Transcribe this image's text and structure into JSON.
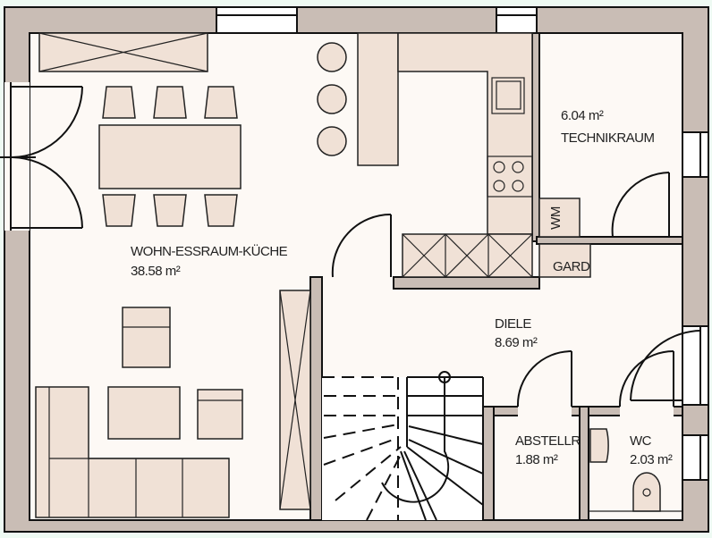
{
  "plan": {
    "rooms": [
      {
        "name": "WOHN-ESSRAUM-KÜCHE",
        "area": "38.58 m²"
      },
      {
        "name": "TECHNIKRAUM",
        "area": "6.04 m²"
      },
      {
        "name": "DIELE",
        "area": "8.69 m²"
      },
      {
        "name": "ABSTELLR",
        "area": "1.88 m²"
      },
      {
        "name": "WC",
        "area": "2.03 m²"
      }
    ],
    "labels": {
      "garderobe": "GARD",
      "washing_machine": "WM"
    }
  }
}
